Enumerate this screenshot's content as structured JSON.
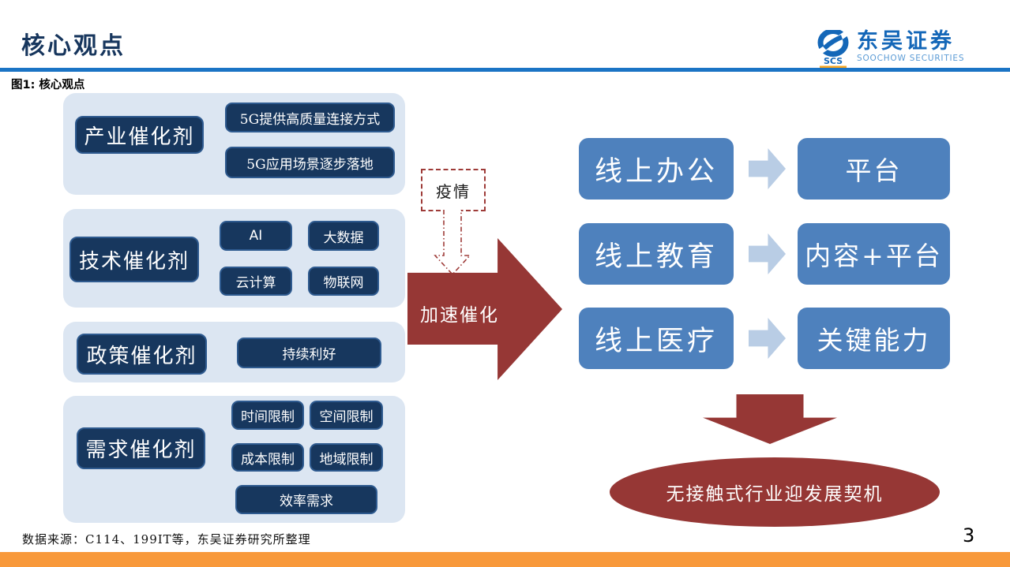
{
  "header": {
    "title": "核心观点",
    "logo": {
      "cn": "东吴证券",
      "en": "SOOCHOW SECURITIES",
      "abbr": "SCS"
    }
  },
  "figure_label": "图1: 核心观点",
  "catalysts": {
    "groups": [
      {
        "label": "产业催化剂",
        "items": [
          "5G提供高质量连接方式",
          "5G应用场景逐步落地"
        ]
      },
      {
        "label": "技术催化剂",
        "items": [
          "AI",
          "大数据",
          "云计算",
          "物联网"
        ]
      },
      {
        "label": "政策催化剂",
        "items": [
          "持续利好"
        ]
      },
      {
        "label": "需求催化剂",
        "items": [
          "时间限制",
          "空间限制",
          "成本限制",
          "地域限制",
          "效率需求"
        ]
      }
    ]
  },
  "epidemic": {
    "label": "疫情"
  },
  "accelerate": {
    "label": "加速催化"
  },
  "outcomes": {
    "rows": [
      {
        "left": "线上办公",
        "right": "平台"
      },
      {
        "left": "线上教育",
        "right": "内容+平台"
      },
      {
        "left": "线上医疗",
        "right": "关键能力"
      }
    ],
    "conclusion": "无接触式行业迎发展契机"
  },
  "footer": {
    "source": "数据来源：C114、199IT等，东吴证券研究所整理",
    "page": "3"
  },
  "colors": {
    "navy": "#17375E",
    "title_navy": "#17365D",
    "rule_blue": "#1B74C5",
    "group_bg": "#DCE6F2",
    "outcome_blue": "#4E81BD",
    "arrow_light_blue": "#B9CDE5",
    "red": "#963735",
    "orange_bar": "#F8993B",
    "logo_blue": "#1467B8",
    "logo_light_blue": "#5B9BD5",
    "logo_orange": "#F5A623"
  }
}
